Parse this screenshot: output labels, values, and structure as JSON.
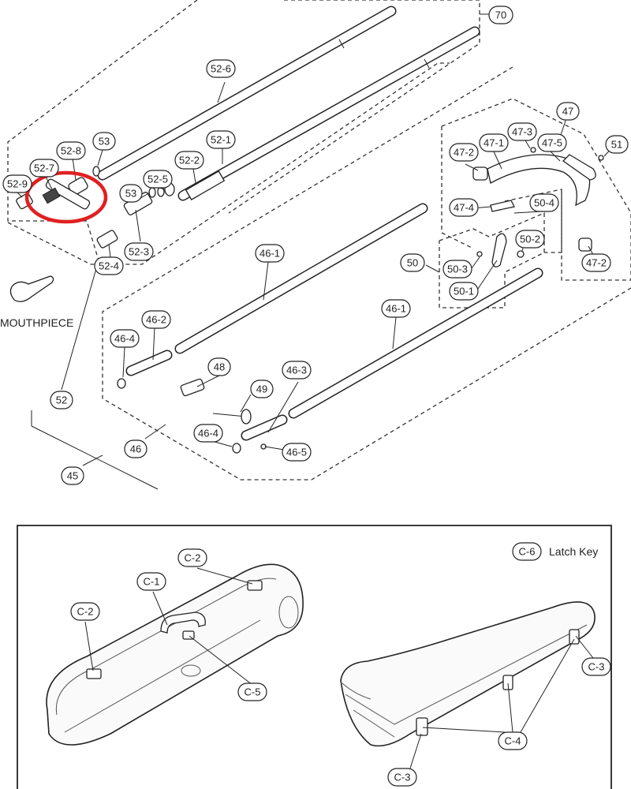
{
  "labels": {
    "l70": "70",
    "l526": "52-6",
    "l521": "52-1",
    "l522": "52-2",
    "l525": "52-5",
    "l53a": "53",
    "l53b": "53",
    "l528": "52-8",
    "l527": "52-7",
    "l529": "52-9",
    "l523": "52-3",
    "l524": "52-4",
    "l52": "52",
    "l45": "45",
    "l46": "46",
    "l461a": "46-1",
    "l461b": "46-1",
    "l462": "46-2",
    "l464a": "46-4",
    "l464b": "46-4",
    "l463": "46-3",
    "l465": "46-5",
    "l48": "48",
    "l49": "49",
    "l47": "47",
    "l473": "47-3",
    "l471": "47-1",
    "l475": "47-5",
    "l472a": "47-2",
    "l472b": "47-2",
    "l474": "47-4",
    "l51": "51",
    "l504": "50-4",
    "l502": "50-2",
    "l50": "50",
    "l503": "50-3",
    "l501": "50-1",
    "lc1": "C-1",
    "lc2a": "C-2",
    "lc2b": "C-2",
    "lc5": "C-5",
    "lc3a": "C-3",
    "lc3b": "C-3",
    "lc4": "C-4",
    "lc6": "C-6"
  },
  "texts": {
    "mouthpiece": "MOUTHPIECE",
    "latch_key": "Latch Key"
  },
  "colors": {
    "highlight": "#e02020",
    "line": "#222222"
  }
}
